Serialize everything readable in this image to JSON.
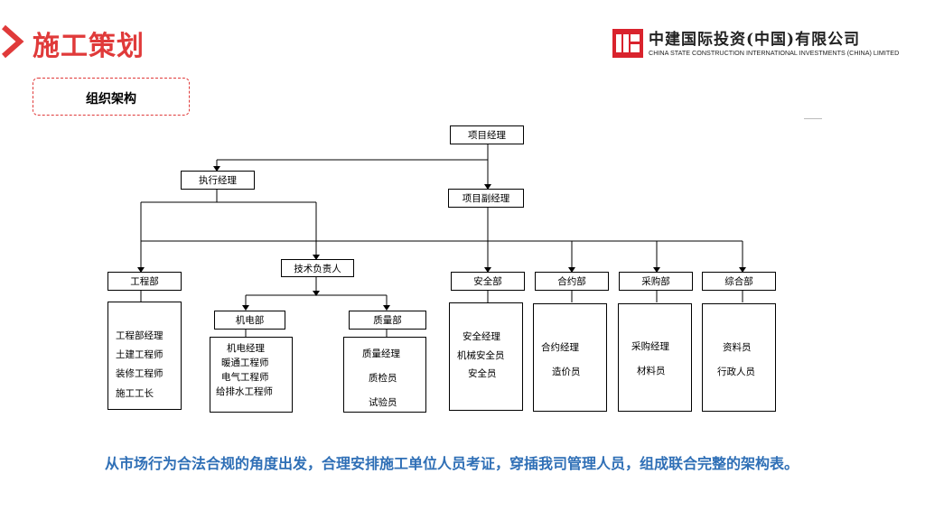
{
  "header": {
    "title": "施工策划",
    "company_cn": "中建国际投资(中国)有限公司",
    "company_en": "CHINA STATE CONSTRUCTION INTERNATIONAL INVESTMENTS (CHINA) LIMITED",
    "accent_color": "#e03a3a"
  },
  "section": {
    "label": "组织架构"
  },
  "org": {
    "project_manager": "项目经理",
    "executive_manager": "执行经理",
    "deputy_manager": "项目副经理",
    "tech_lead": "技术负责人",
    "departments": {
      "engineering": {
        "title": "工程部",
        "members": [
          "工程部经理",
          "土建工程师",
          "装修工程师",
          "施工工长"
        ]
      },
      "mep": {
        "title": "机电部",
        "members": [
          "机电经理",
          "暖通工程师",
          "电气工程师",
          "给排水工程师"
        ]
      },
      "quality": {
        "title": "质量部",
        "members": [
          "质量经理",
          "质检员",
          "试验员"
        ]
      },
      "safety": {
        "title": "安全部",
        "members": [
          "安全经理",
          "机械安全员",
          "安全员"
        ]
      },
      "contract": {
        "title": "合约部",
        "members": [
          "合约经理",
          "造价员"
        ]
      },
      "procurement": {
        "title": "采购部",
        "members": [
          "采购经理",
          "材料员"
        ]
      },
      "general": {
        "title": "综合部",
        "members": [
          "资料员",
          "行政人员"
        ]
      }
    }
  },
  "summary": "从市场行为合法合规的角度出发，合理安排施工单位人员考证，穿插我司管理人员，组成联合完整的架构表。"
}
